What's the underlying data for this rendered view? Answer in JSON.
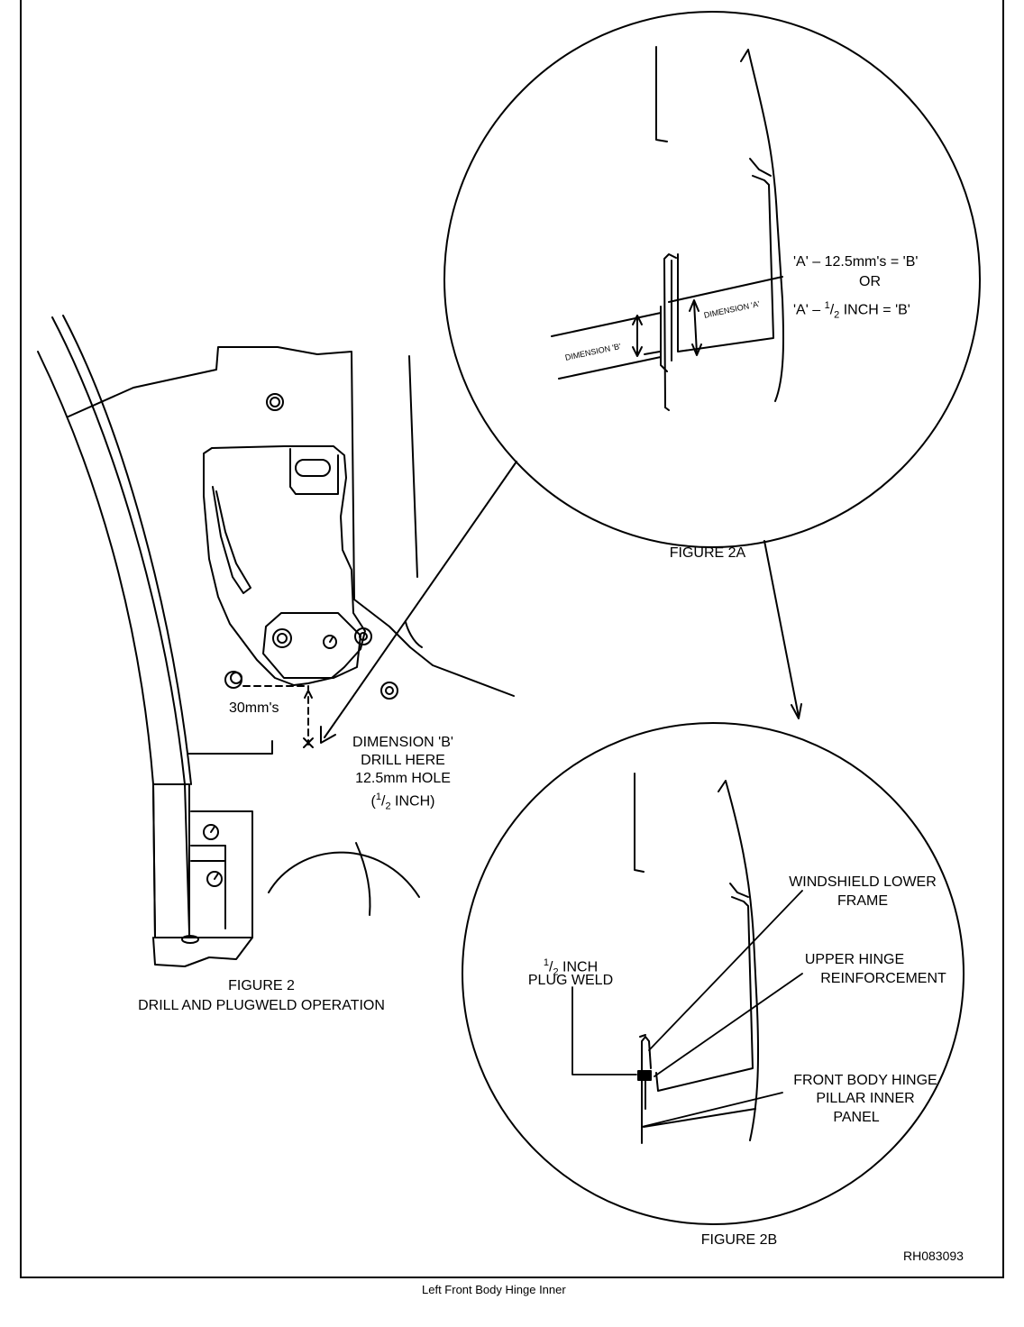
{
  "figure_2": {
    "title": "FIGURE 2",
    "subtitle": "DRILL AND PLUGWELD OPERATION",
    "measure": "30mm's",
    "dim_b_note": {
      "line1": "DIMENSION 'B'",
      "line2": "DRILL HERE",
      "line3": "12.5mm HOLE",
      "line4_open": "(",
      "line4_num": "1",
      "line4_den": "2",
      "line4_close": " INCH)"
    }
  },
  "figure_2a": {
    "title": "FIGURE 2A",
    "formula_line1": "'A'  –  12.5mm's = 'B'",
    "formula_or": "OR",
    "formula_line3_pre": "'A'  –  ",
    "formula_line3_num": "1",
    "formula_line3_den": "2",
    "formula_line3_post": " INCH = 'B'",
    "dimension_a": "DIMENSION 'A'",
    "dimension_b": "DIMENSION 'B'"
  },
  "figure_2b": {
    "title": "FIGURE 2B",
    "plug_weld": {
      "num": "1",
      "den": "2",
      "line1_post": " INCH",
      "line2": "PLUG WELD"
    },
    "windshield": {
      "line1": "WINDSHIELD LOWER",
      "line2": "FRAME"
    },
    "upper_hinge": {
      "line1": "UPPER HINGE",
      "line2": "REINFORCEMENT"
    },
    "front_body": {
      "line1": "FRONT BODY HINGE",
      "line2": "PILLAR INNER",
      "line3": "PANEL"
    }
  },
  "ref_code": "RH083093",
  "caption": "Left Front Body Hinge Inner"
}
